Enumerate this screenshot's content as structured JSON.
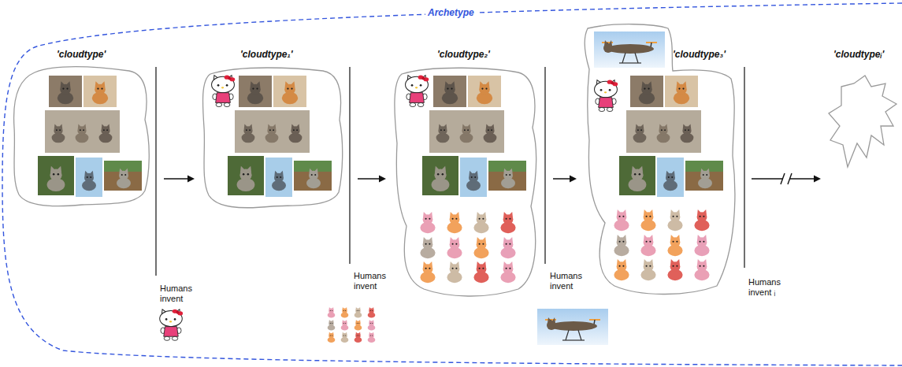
{
  "diagram": {
    "nodes": [
      {
        "text": [
          "'cloudtype'"
        ]
      },
      {
        "text": [
          "'cloudtype₁'"
        ]
      },
      {
        "text": [
          "'cloudtype₂'"
        ]
      },
      {
        "text": [
          "'cloudtype₃'"
        ]
      },
      {
        "text": [
          "'cloudtypeᵢ'"
        ]
      }
    ],
    "edges": [
      {
        "from": 0,
        "to": 1,
        "arrow": "to"
      },
      {
        "from": 1,
        "to": 2,
        "arrow": "to"
      },
      {
        "from": 2,
        "to": 3,
        "arrow": "to"
      },
      {
        "from": 3,
        "to": 4,
        "arrow": "to"
      }
    ],
    "labels": [
      "Archetype",
      "Humans invent",
      "Humans invent",
      "Humans invent",
      "Humans invent ᵢ"
    ]
  }
}
